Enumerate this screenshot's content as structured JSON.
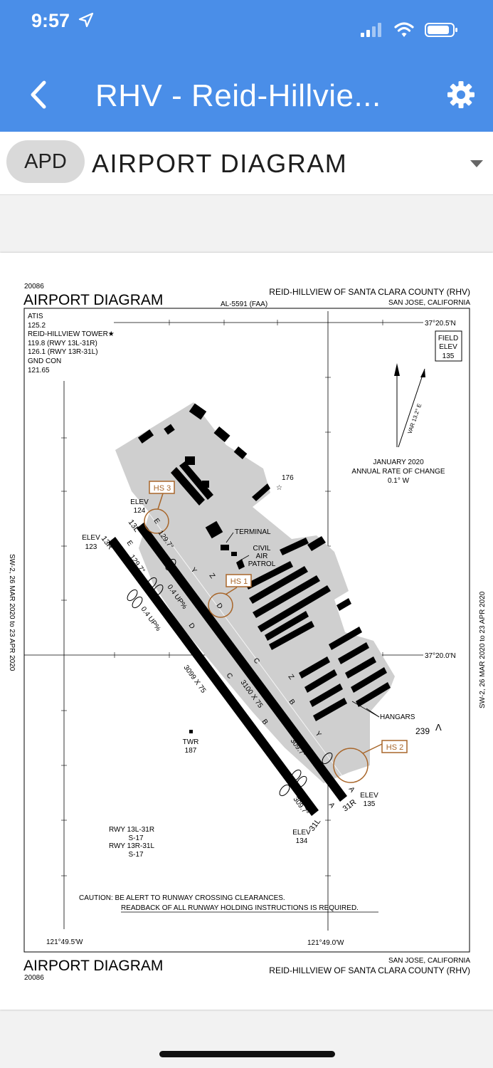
{
  "status": {
    "time": "9:57"
  },
  "header": {
    "title": "RHV - Reid-Hillvie...",
    "back_icon": "chevron-left-icon",
    "settings_icon": "gear-icon"
  },
  "selector": {
    "chip": "APD",
    "title": "AIRPORT DIAGRAM"
  },
  "diagram": {
    "code_top": "20086",
    "title_top": "AIRPORT DIAGRAM",
    "airport_name_top": "REID-HILLVIEW OF SANTA CLARA COUNTY (RHV)",
    "al_number": "AL-5591 (FAA)",
    "city_top": "SAN JOSE, CALIFORNIA",
    "freq": [
      "ATIS",
      "125.2",
      "REID-HILLVIEW TOWER★",
      "119.8 (RWY 13L-31R)",
      "126.1 (RWY 13R-31L)",
      "GND CON",
      "121.65"
    ],
    "lat_top": "37°20.5'N",
    "lat_mid": "37°20.0'N",
    "field_elev": [
      "FIELD",
      "ELEV",
      "135"
    ],
    "var": "VAR 13.2° E",
    "change": [
      "JANUARY 2020",
      "ANNUAL RATE OF CHANGE",
      "0.1° W"
    ],
    "labels": {
      "elev124": [
        "ELEV",
        "124"
      ],
      "elev123": [
        "ELEV",
        "123"
      ],
      "elev135": [
        "ELEV",
        "135"
      ],
      "elev134": [
        "ELEV",
        "134"
      ],
      "terminal": "TERMINAL",
      "cap": [
        "CIVIL",
        "AIR",
        "PATROL"
      ],
      "beacon": "176",
      "hangars": "HANGARS",
      "obst": "239",
      "twr": [
        "TWR",
        "187"
      ],
      "hs1": "HS 1",
      "hs2": "HS 2",
      "hs3": "HS 3",
      "rwy13l": "13L",
      "rwy13r": "13R",
      "rwy31r": "31R",
      "rwy31l": "31L",
      "dim_left": "3099 X 75",
      "dim_right": "3100 X 75",
      "hdg1": "129.7°",
      "hdg2": "129.7°",
      "hdg3": "309.7°",
      "hdg4": "309.7°",
      "slope1": "0.4 UP%",
      "slope2": "0.4 UP%",
      "tw": [
        "E",
        "E",
        "Y",
        "Y",
        "Z",
        "Z",
        "D",
        "D",
        "C",
        "C",
        "B",
        "B",
        "A",
        "A"
      ]
    },
    "rwy_info": [
      "RWY 13L-31R",
      "S-17",
      "RWY 13R-31L",
      "S-17"
    ],
    "caution": [
      "CAUTION: BE ALERT TO RUNWAY CROSSING CLEARANCES.",
      "READBACK OF ALL RUNWAY HOLDING INSTRUCTIONS IS REQUIRED."
    ],
    "lon_left": "121°49.5'W",
    "lon_right": "121°49.0'W",
    "side_left": "SW-2, 26 MAR 2020 to 23 APR 2020",
    "side_right": "SW-2, 26 MAR 2020 to 23 APR 2020",
    "title_bottom": "AIRPORT DIAGRAM",
    "code_bottom": "20086",
    "city_bottom": "SAN JOSE, CALIFORNIA",
    "airport_name_bottom": "REID-HILLVIEW OF SANTA CLARA COUNTY (RHV)"
  },
  "colors": {
    "header": "#4a8ee8",
    "hotspot": "#a8662a",
    "pavement": "#cfcfcf"
  }
}
